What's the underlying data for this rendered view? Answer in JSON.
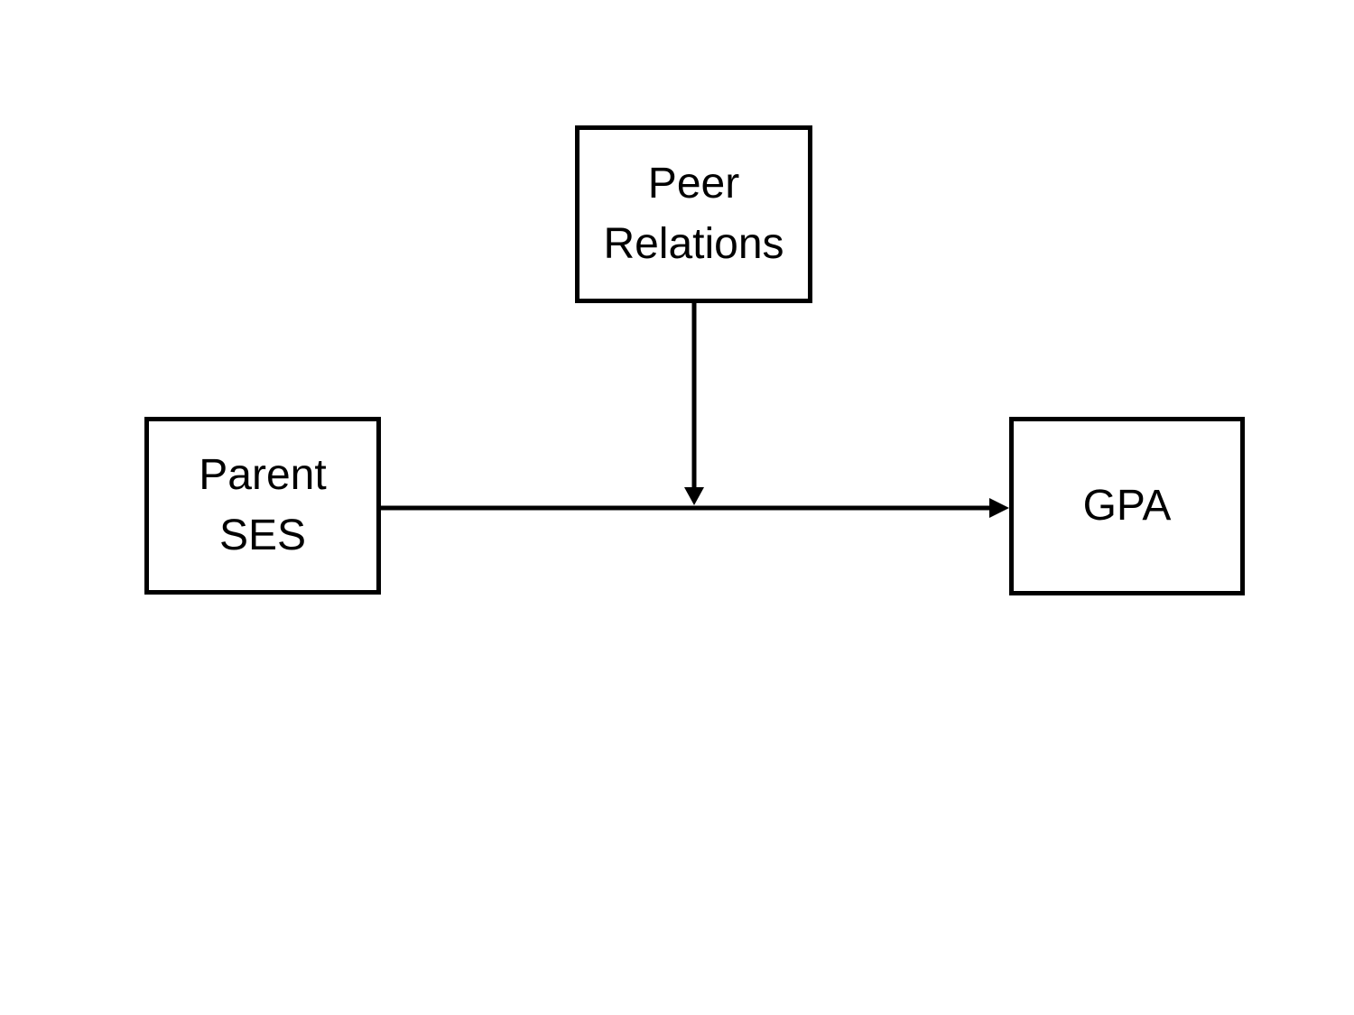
{
  "canvas": {
    "background_color": "#ffffff",
    "line_color": "#000000",
    "text_color": "#000000"
  },
  "diagram": {
    "type": "moderation-path-diagram",
    "nodes": {
      "peer_relations": {
        "line1": "Peer",
        "line2": "Relations"
      },
      "parent_ses": {
        "line1": "Parent",
        "line2": "SES"
      },
      "gpa": {
        "label": "GPA"
      }
    },
    "edges": [
      {
        "from": "Parent SES",
        "to": "GPA",
        "style": "solid-arrow"
      },
      {
        "from": "Peer Relations",
        "to": "Parent SES to GPA path",
        "style": "solid-arrow"
      }
    ]
  }
}
